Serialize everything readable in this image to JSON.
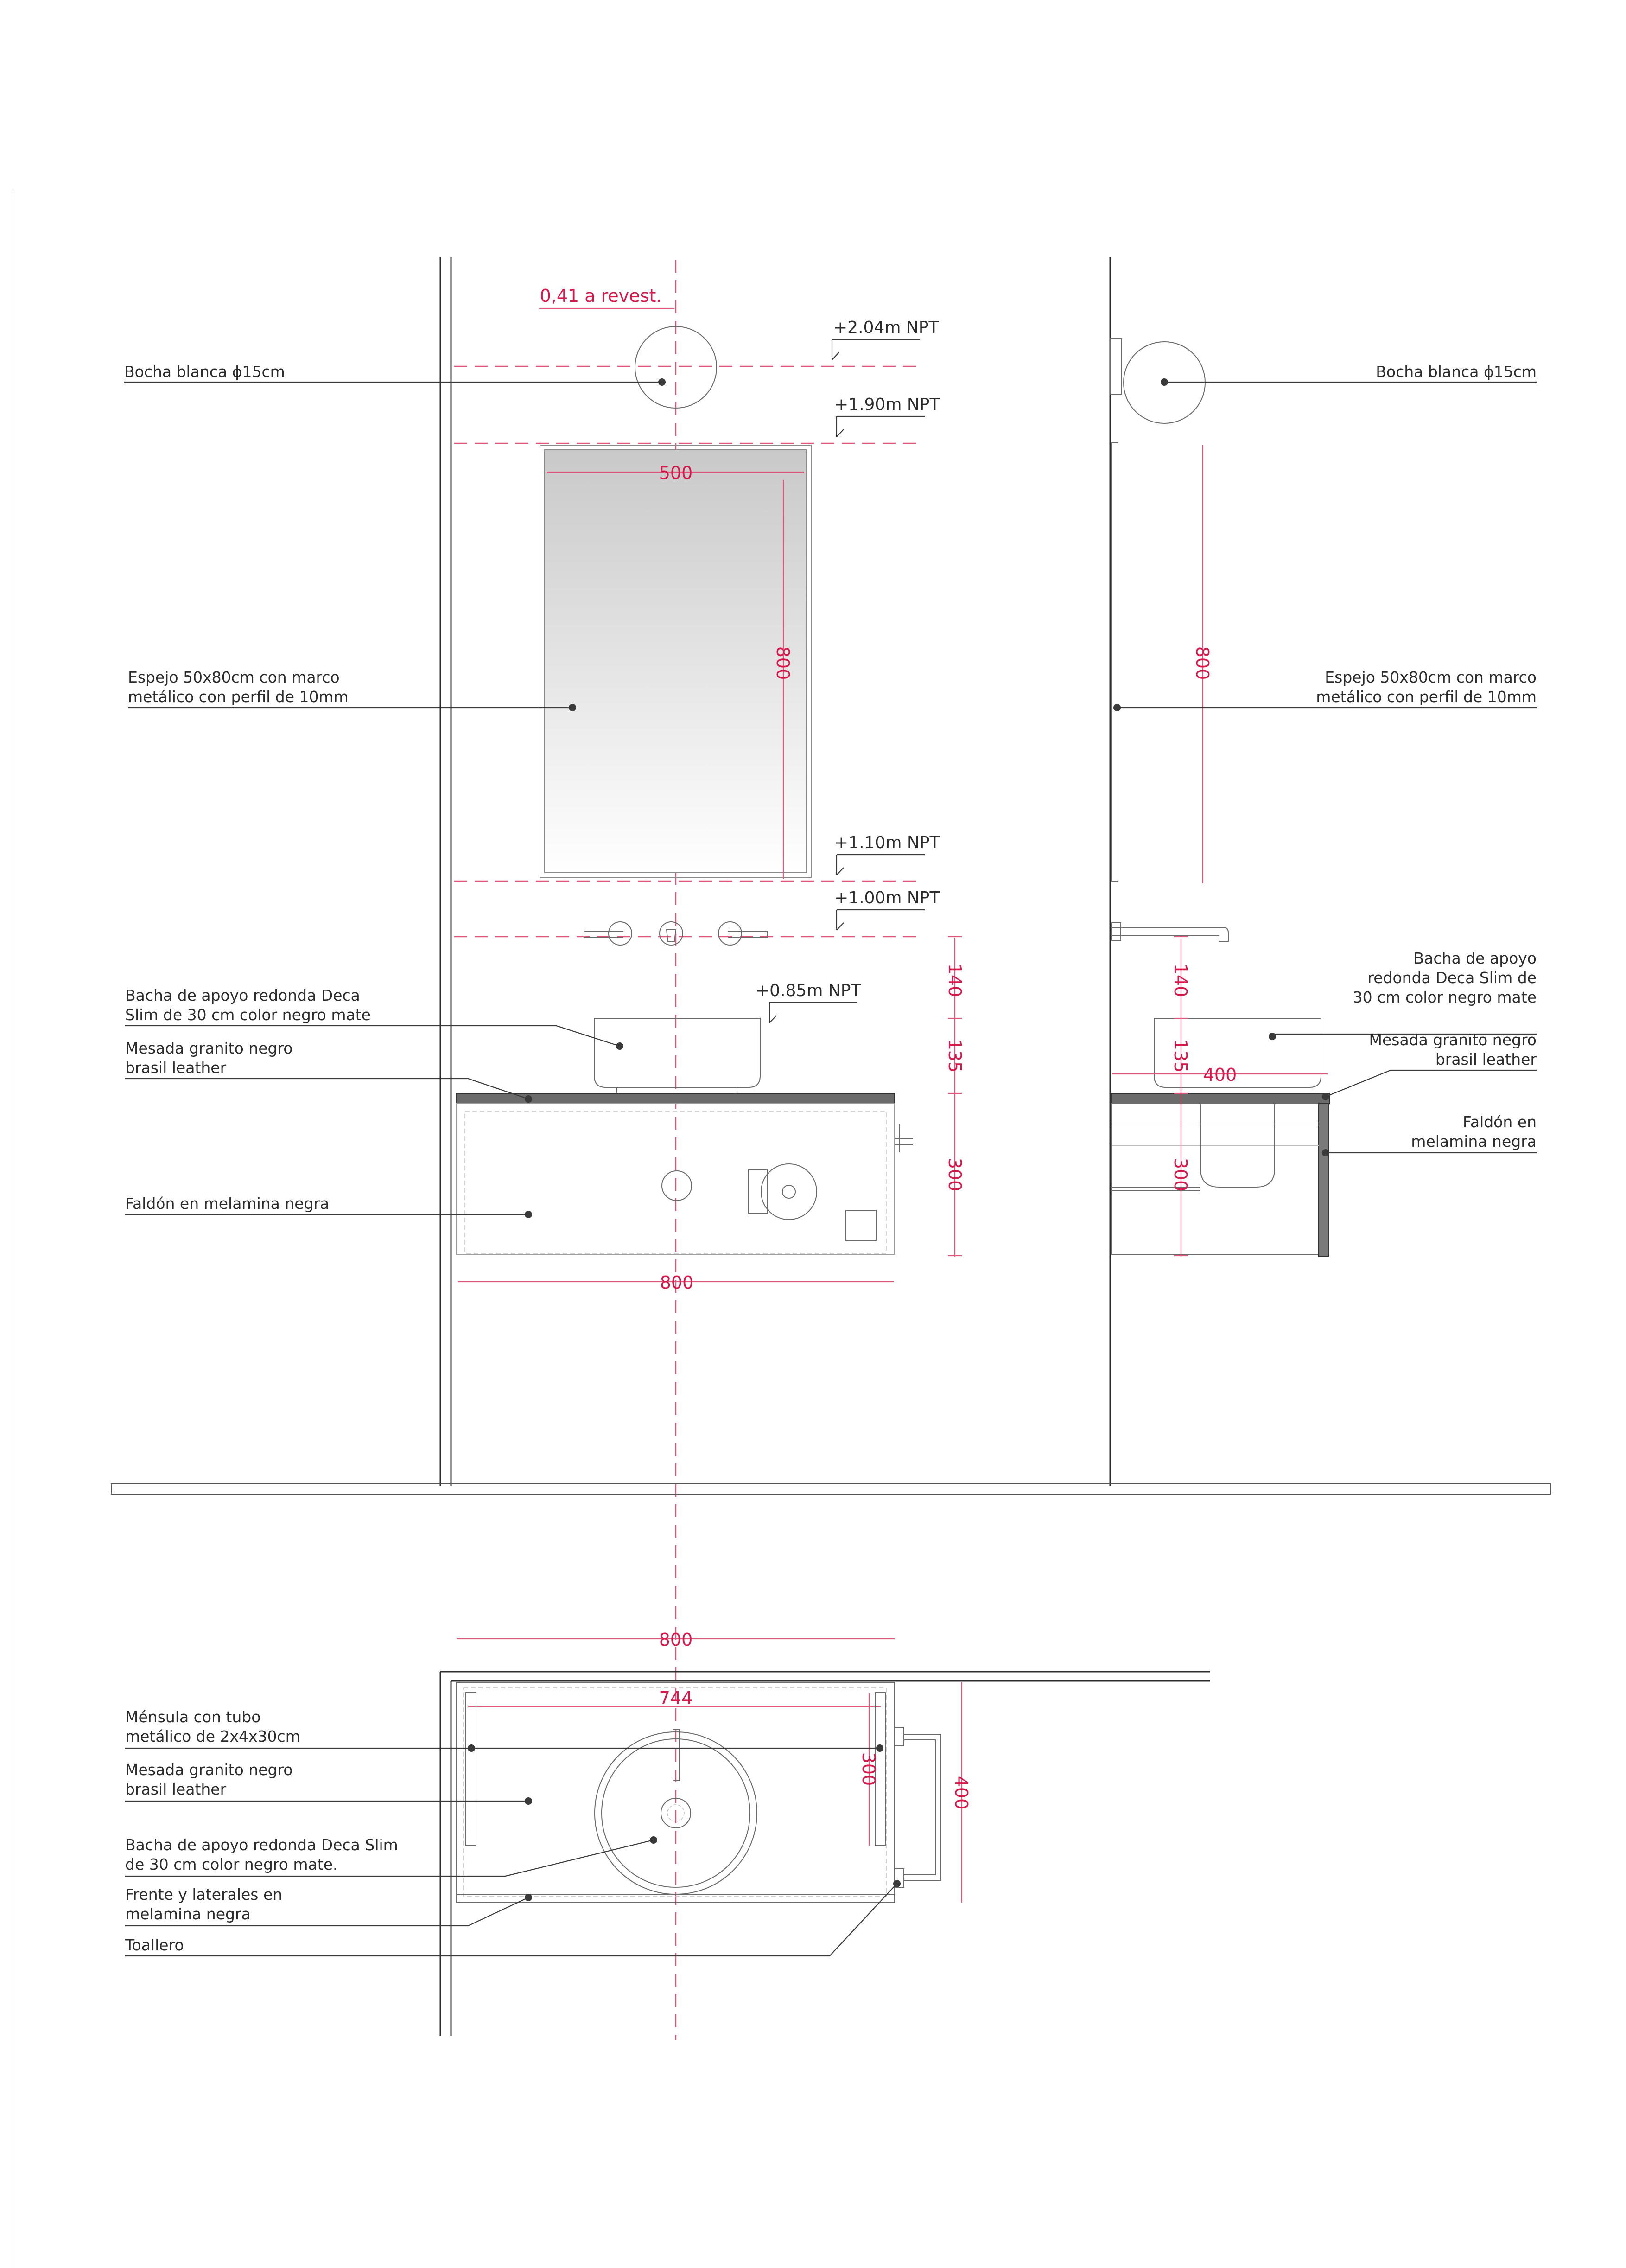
{
  "elevation_front": {
    "dim_axis": "0,41 a revest.",
    "levels": [
      "+2.04m NPT",
      "+1.90m NPT",
      "+1.10m NPT",
      "+1.00m NPT",
      "+0.85m NPT"
    ],
    "dim_mirror_width": "500",
    "dim_mirror_height": "800",
    "dim_vertical": [
      "140",
      "135",
      "300"
    ],
    "dim_width": "800",
    "labels": {
      "bocha": "Bocha blanca ϕ15cm",
      "espejo_1": "Espejo 50x80cm con marco",
      "espejo_2": "metálico con perfil de 10mm",
      "bacha_1": "Bacha de apoyo redonda Deca",
      "bacha_2": "Slim de 30 cm color negro mate",
      "mesada_1": "Mesada granito negro",
      "mesada_2": "brasil leather",
      "faldon": "Faldón en melamina negra"
    }
  },
  "elevation_side": {
    "dim_mirror_height": "800",
    "dim_vertical": [
      "140",
      "135",
      "300"
    ],
    "dim_depth": "400",
    "labels": {
      "bocha": "Bocha blanca ϕ15cm",
      "espejo_1": "Espejo 50x80cm con marco",
      "espejo_2": "metálico con perfil de 10mm",
      "bacha_1": "Bacha de apoyo",
      "bacha_2": "redonda Deca Slim de",
      "bacha_3": "30 cm color negro mate",
      "mesada_1": "Mesada granito negro",
      "mesada_2": "brasil leather",
      "faldon_1": "Faldón en",
      "faldon_2": "melamina negra"
    }
  },
  "plan": {
    "dim_width": "800",
    "dim_inner": "744",
    "dim_bracket": "300",
    "dim_depth": "400",
    "labels": {
      "mensula_1": "Ménsula con tubo",
      "mensula_2": "metálico de 2x4x30cm",
      "mesada_1": "Mesada granito negro",
      "mesada_2": "brasil leather",
      "bacha_1": "Bacha de apoyo redonda Deca Slim",
      "bacha_2": "de 30 cm color negro mate.",
      "frente_1": "Frente y laterales en",
      "frente_2": "melamina negra",
      "toallero": "Toallero"
    }
  }
}
